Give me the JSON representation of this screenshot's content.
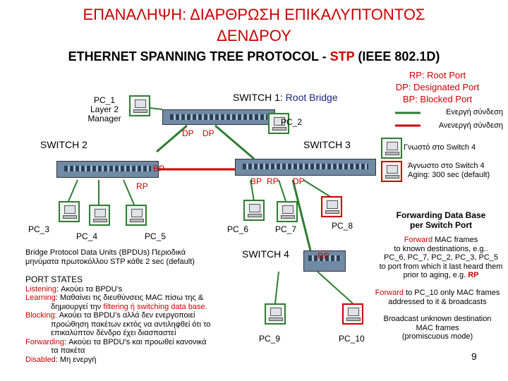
{
  "title": {
    "red_part": "ΕΠΑΝΑΛΗΨΗ:",
    "rest": "ΔΙΑΡΘΡΩΣΗ ΕΠΙΚΑΛΥΠΤΟΝΤΟΣ",
    "line2": "ΔΕΝΔΡΟΥ"
  },
  "subtitle": {
    "before": "ETHERNET SPANNING TREE PROTOCOL - ",
    "highlight": "STP",
    "after": " (IEEE 802.1D)"
  },
  "key": {
    "rp": "RP: Root Port",
    "dp": "DP: Designated Port",
    "bp": "BP: Blocked Port"
  },
  "link_legend": {
    "active": "Ενεργή σύνδεση",
    "inactive": "Ανενεργή σύνδεση",
    "active_color": "#2e7d32",
    "inactive_color": "#cc0000"
  },
  "icon_legend": {
    "known": "Γνωστό στο Switch 4",
    "unknown": "Άγνωστο στο Switch 4",
    "aging": "Aging: 300 sec (default)"
  },
  "switches": {
    "sw1_prefix": "SWITCH 1: ",
    "sw1_role": "Root Bridge",
    "sw2": "SWITCH 2",
    "sw3": "SWITCH 3",
    "sw4": "SWITCH 4"
  },
  "pcs": {
    "pc1": "PC_1",
    "pc1_role1": "Layer 2",
    "pc1_role2": "Manager",
    "pc2": "PC_2",
    "pc3": "PC_3",
    "pc4": "PC_4",
    "pc5": "PC_5",
    "pc6": "PC_6",
    "pc7": "PC_7",
    "pc8": "PC_8",
    "pc9": "PC_9",
    "pc10": "PC_10"
  },
  "ports": {
    "sw1_dp_left": "DP",
    "sw1_dp_right": "DP",
    "sw2_bp": "BP",
    "sw2_rp": "RP",
    "sw3_bp": "BP",
    "sw3_rp": "RP",
    "sw3_dp": "DP",
    "sw4_rp": "RP"
  },
  "bpdu": {
    "line1": "Bridge Protocol Data Units (BPDUs) Περιοδικά",
    "line2": "μηνύματα πρωτοκόλλου STP κάθε 2 sec (default)"
  },
  "states": {
    "heading": "PORT STATES",
    "listening_key": "Listening",
    "listening_text": ": Ακούει τα BPDU’s",
    "learning_key": "Learning",
    "learning_text": ": Μαθαίνει τις διευθύνσεις MAC πίσω της &",
    "learning_line2a": "δημιουργεί την ",
    "learning_line2b": "filtering ή switching data base.",
    "blocking_key": "Blocking",
    "blocking_text": ": Ακούει τα BPDU’s αλλά δεν ενεργοποιεί",
    "blocking_line2": "προώθηση πακέτων εκτός να αντιληφθεί ότι το",
    "blocking_line3": "επικαλύπτον δένδρο έχει διασπαστεί",
    "forwarding_key": "Forwarding",
    "forwarding_text": ": Ακούει τα BPDU’s και προωθεί κανονικά",
    "forwarding_line2": "τα πακέτα",
    "disabled_key": "Disabled",
    "disabled_text": ": Μη ενεργή"
  },
  "fdb": {
    "heading1": "Forwarding Data Base",
    "heading2": "per Switch Port",
    "fwd_key": "Forward",
    "p1_l1": " MAC frames",
    "p1_l2": "to known destinations, e.g..",
    "p1_l3": "PC_6, PC_7, PC_2, PC_3, PC_5",
    "p1_l4": "to port from which it last heard them",
    "p1_l5a": "prior to aging, e.g. ",
    "p1_l5b": "RP",
    "p2_key": "Forward",
    "p2_l1": "  to PC_10 only MAC frames",
    "p2_l2": "addressed to it & broadcasts",
    "p3_l1": "Broadcast unknown destination",
    "p3_l2": "MAC frames",
    "p3_l3": "(promiscuous mode)"
  },
  "page_number": "9"
}
